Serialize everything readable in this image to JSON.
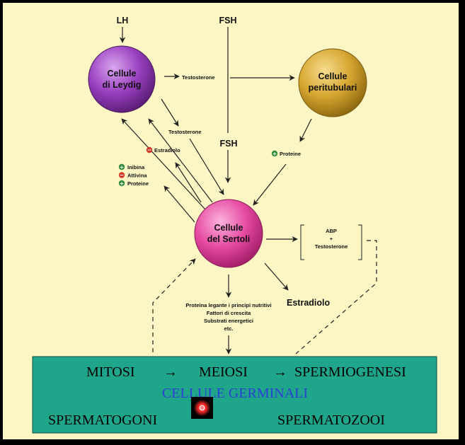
{
  "hormones": {
    "lh": "LH",
    "fsh_top": "FSH",
    "fsh_mid": "FSH"
  },
  "cells": {
    "leydig": {
      "line1": "Cellule",
      "line2": "di Leydig"
    },
    "peritubular": {
      "line1": "Cellule",
      "line2": "peritubulari"
    },
    "sertoli": {
      "line1": "Cellule",
      "line2": "del Sertoli"
    }
  },
  "labels": {
    "testosterone_top": "Testosterone",
    "testosterone_mid": "Testosterone",
    "estradiolo_small": "Estradiolo",
    "inibina": "Inibina",
    "attivina": "Attivina",
    "proteine_left": "Proteine",
    "proteine_right": "Proteine",
    "abp_line1": "ABP",
    "abp_line2": "+",
    "abp_line3": "Testosterone",
    "estradiolo_big": "Estradiolo",
    "output_line1": "Proteina legante i principi nutritivi",
    "output_line2": "Fattori di crescita",
    "output_line3": "Substrati energetici",
    "output_line4": "etc."
  },
  "signs": {
    "plus": "+",
    "minus": "−"
  },
  "germinal_box": {
    "mitosi": "MITOSI",
    "meiosi": "MEIOSI",
    "spermiogenesi": "SPERMIOGENESI",
    "arrow": "→",
    "title": "CELLULE GERMINALI",
    "spermatogoni": "SPERMATOGONI",
    "spermatozooi": "SPERMATOZOOI"
  },
  "colors": {
    "background": "#fbf6c4",
    "leydig": "#8a36a8",
    "peritubular": "#c4931a",
    "sertoli": "#e0409a",
    "germinal_box": "#1fa58a",
    "germinal_title": "#2a3fd6",
    "plus_sign": "#2f8a3a",
    "minus_sign": "#d23a2a"
  }
}
